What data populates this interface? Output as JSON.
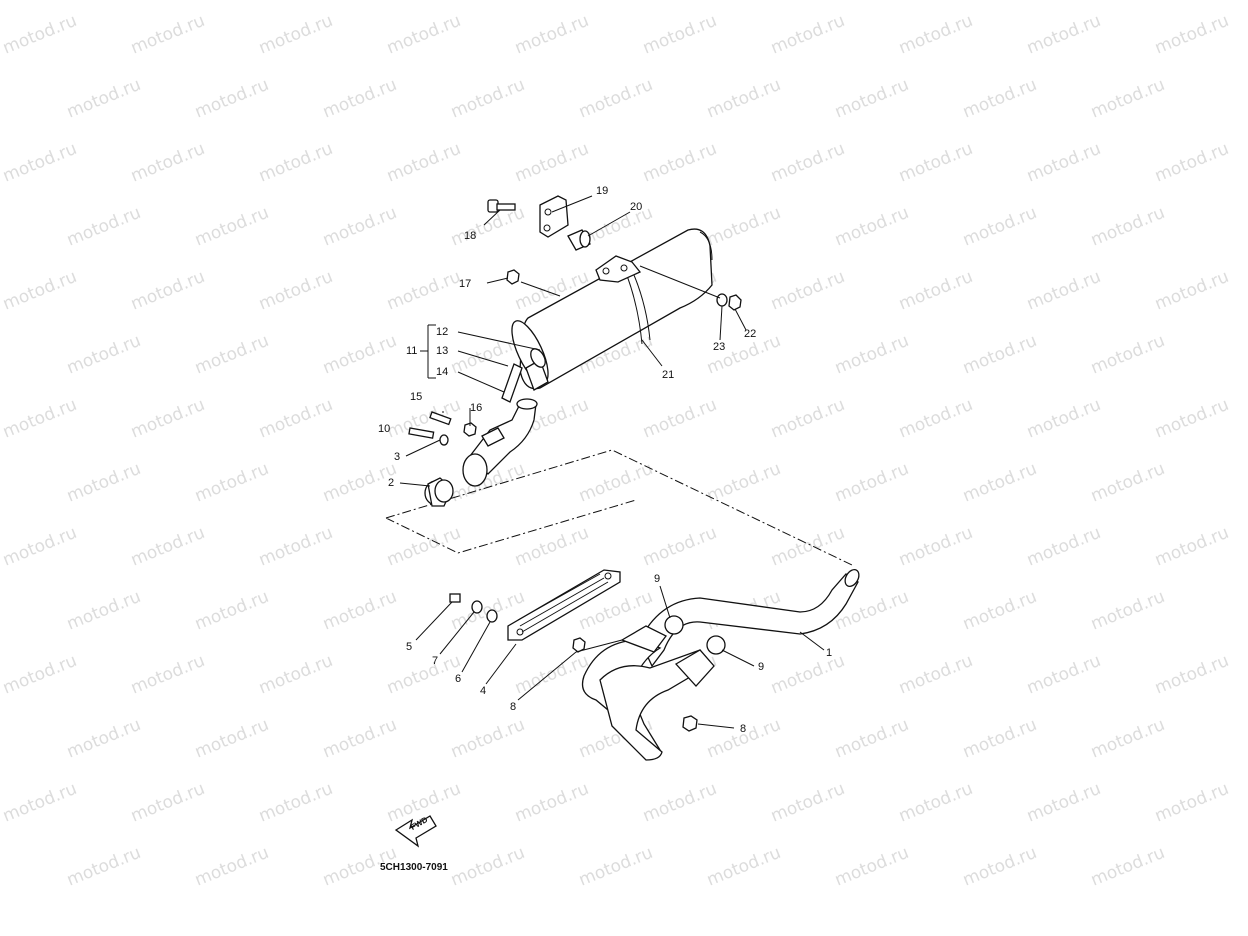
{
  "watermark": {
    "text": "motod.ru"
  },
  "diagram_code": "5CH1300-7091",
  "fwd_label": "FWD",
  "callouts": {
    "c1": "1",
    "c2": "2",
    "c3": "3",
    "c4": "4",
    "c5": "5",
    "c7": "7",
    "c6": "6",
    "c8a": "8",
    "c8b": "8",
    "c9a": "9",
    "c9b": "9",
    "c10": "10",
    "c11": "11",
    "c12": "12",
    "c13": "13",
    "c14": "14",
    "c15": "15",
    "c16": "16",
    "c17": "17",
    "c18": "18",
    "c19": "19",
    "c20": "20",
    "c21": "21",
    "c22": "22",
    "c23": "23"
  }
}
